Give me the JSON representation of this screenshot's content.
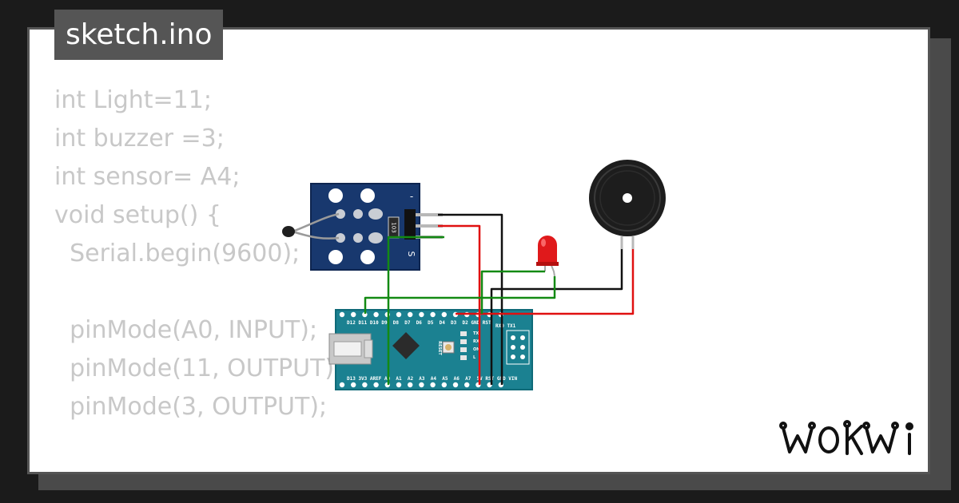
{
  "header": {
    "filename": "sketch.ino"
  },
  "code": {
    "lines": [
      "int Light=11;",
      "int buzzer =3;",
      "int sensor= A4;",
      "void setup() {",
      "  Serial.begin(9600);",
      "",
      "  pinMode(A0, INPUT);",
      "  pinMode(11, OUTPUT);",
      "  pinMode(3, OUTPUT);"
    ]
  },
  "circuit": {
    "sensor_module": {
      "pin_minus": "-",
      "pin_s": "S",
      "resistor_label": "103"
    },
    "arduino_nano": {
      "top_pins": "D12 D11 D10 D9  D8  D7  D6  D5  D4  D3  D2 GND RST",
      "bottom_pins": "D13 3V3 AREF A0  A1  A2  A3  A4  A5  A6  A7  5V RST GND VIN",
      "rx_tx_label": "RX0 TX1",
      "reset_label": "RESET",
      "led_labels": [
        "TX",
        "RX",
        "ON",
        "L"
      ]
    },
    "wire_colors": {
      "black": "#111111",
      "red": "#e01010",
      "green": "#138a13"
    }
  },
  "brand": {
    "logo": "wokwi-logo"
  }
}
